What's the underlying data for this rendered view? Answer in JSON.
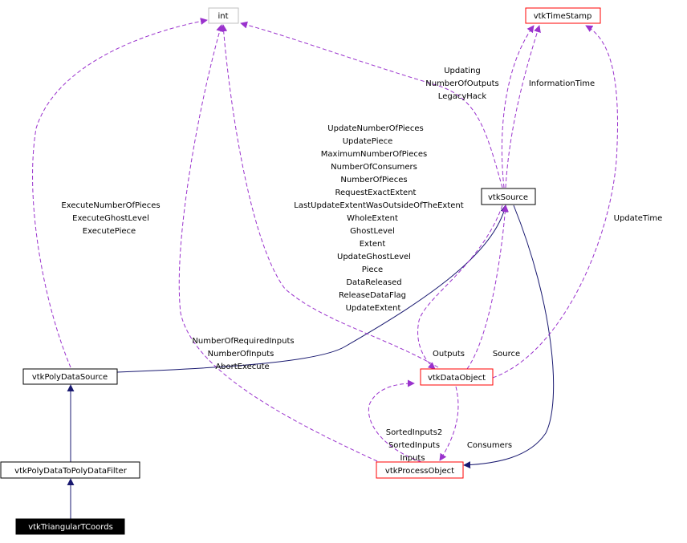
{
  "nodes": {
    "int": "int",
    "vtkTimeStamp": "vtkTimeStamp",
    "vtkSource": "vtkSource",
    "vtkPolyDataSource": "vtkPolyDataSource",
    "vtkDataObject": "vtkDataObject",
    "vtkPolyDataToPolyDataFilter": "vtkPolyDataToPolyDataFilter",
    "vtkProcessObject": "vtkProcessObject",
    "vtkTriangularTCoords": "vtkTriangularTCoords"
  },
  "labels": {
    "source_timestamp": [
      "Updating",
      "NumberOfOutputs",
      "LegacyHack"
    ],
    "information_time": "InformationTime",
    "source_int": [
      "UpdateNumberOfPieces",
      "UpdatePiece",
      "MaximumNumberOfPieces",
      "NumberOfConsumers",
      "NumberOfPieces",
      "RequestExactExtent",
      "LastUpdateExtentWasOutsideOfTheExtent",
      "WholeExtent",
      "GhostLevel",
      "Extent",
      "UpdateGhostLevel",
      "Piece",
      "DataReleased",
      "ReleaseDataFlag",
      "UpdateExtent"
    ],
    "polydatasource_int": [
      "ExecuteNumberOfPieces",
      "ExecuteGhostLevel",
      "ExecutePiece"
    ],
    "update_time": "UpdateTime",
    "processobject_int": [
      "NumberOfRequiredInputs",
      "NumberOfInputs",
      "AbortExecute"
    ],
    "outputs": "Outputs",
    "source": "Source",
    "inputs": [
      "SortedInputs2",
      "SortedInputs",
      "Inputs"
    ],
    "consumers": "Consumers"
  },
  "colors": {
    "inheritance": "#191970",
    "member": "#9a32cd",
    "node_border_default": "#000000",
    "node_border_truncated": "#ff0000",
    "node_border_undocumented": "#bfbfbf",
    "focus_fill": "#000000",
    "focus_text": "#ffffff"
  }
}
